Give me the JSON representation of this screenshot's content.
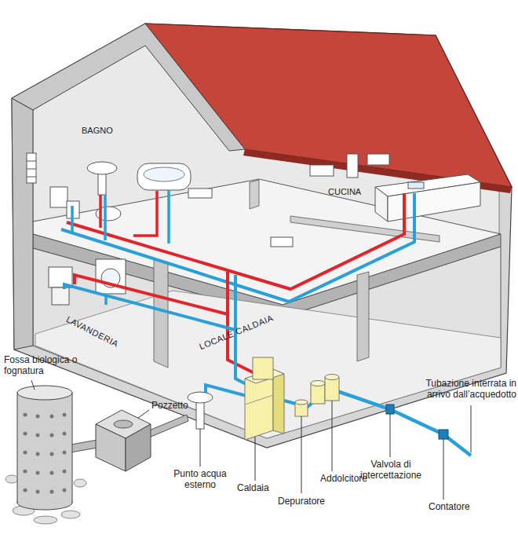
{
  "diagram": {
    "labels": [
      "BAGNO",
      "CUCINA",
      "LAVANDERIA",
      "LOCALE CALDAIA",
      "Fossa biologica o fognatura",
      "Pozzetto",
      "Tubazione interrata in arrivo dall’acquedotto",
      "Punto acqua esterno",
      "Caldaia",
      "Valvola di intercettazione",
      "Depuratore",
      "Addolcitore",
      "Contatore"
    ]
  }
}
